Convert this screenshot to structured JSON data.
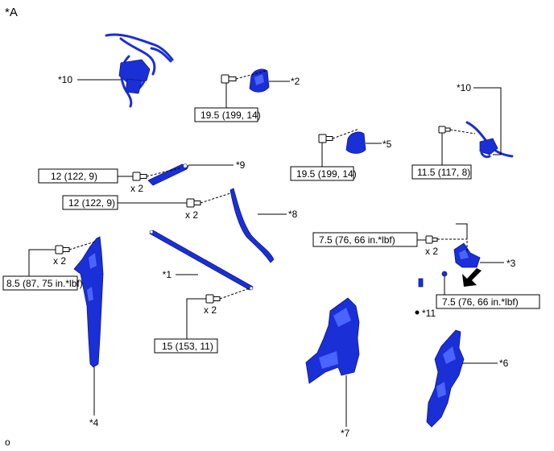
{
  "corner_label": "*A",
  "bottom_label": "o",
  "callouts": {
    "c10a": "*10",
    "c2": "*2",
    "c10b": "*10",
    "c5": "*5",
    "c9": "*9",
    "c8": "*8",
    "c1": "*1",
    "c3": "*3",
    "c11": "*11",
    "c4": "*4",
    "c6": "*6",
    "c7": "*7"
  },
  "torques": {
    "t2": "19.5 (199, 14)",
    "t5": "19.5 (199, 14)",
    "t10": "11.5 (117, 8)",
    "t9": "12 (122, 9)",
    "t8": "12 (122, 9)",
    "t4": "8.5 (87, 75 in.*lbf)",
    "t1": "15 (153, 11)",
    "t3a": "7.5 (76, 66 in.*lbf)",
    "t3b": "7.5 (76, 66 in.*lbf)"
  },
  "quantities": {
    "q9": "x 2",
    "q8": "x 2",
    "q4": "x 2",
    "q1": "x 2",
    "q3": "x 2"
  },
  "colors": {
    "part_blue": "#1a2fd6",
    "line": "#000000"
  }
}
